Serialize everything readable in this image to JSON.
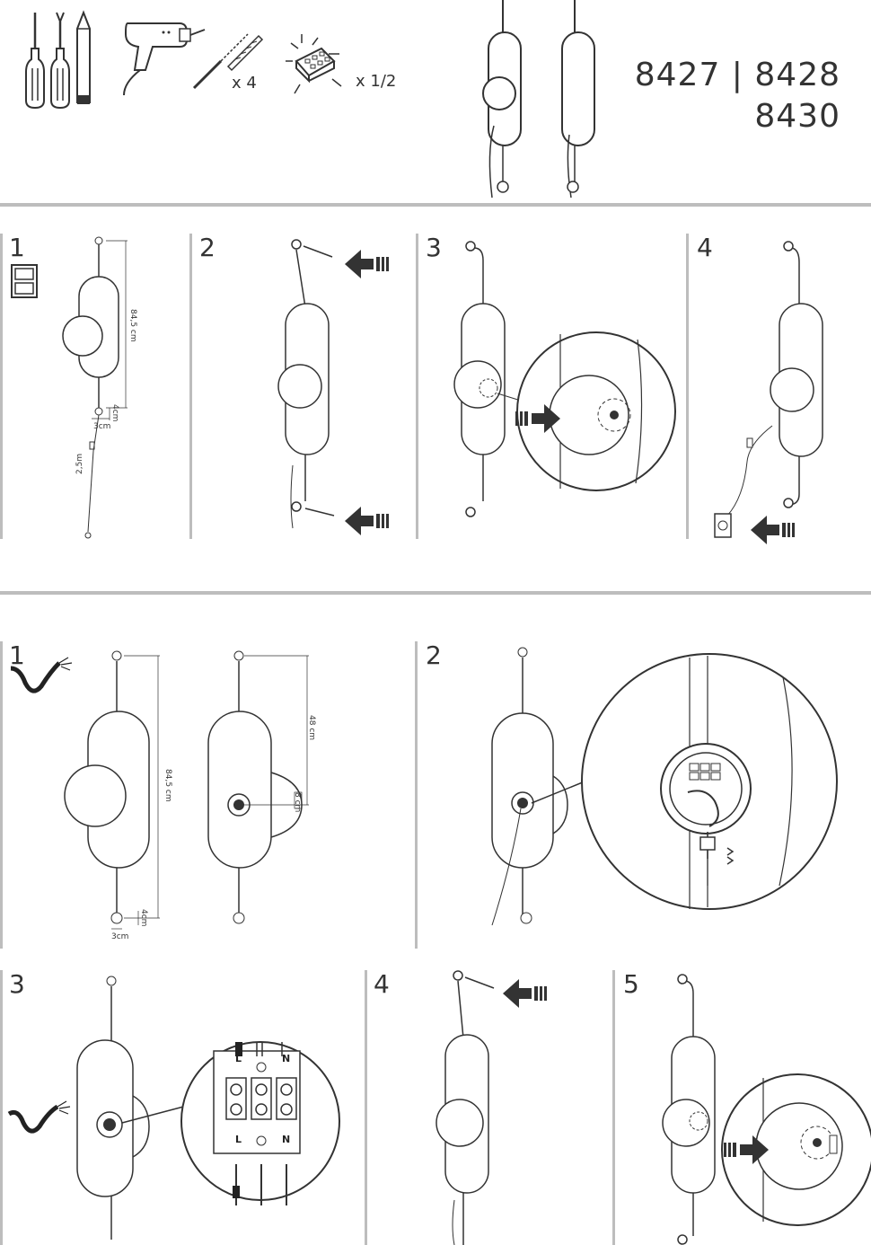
{
  "header": {
    "tools": {
      "screwdriver_1": "screwdriver-icon",
      "screwdriver_2": "screwdriver-icon",
      "pencil": "pencil-icon",
      "drill": "drill-icon",
      "wall_plug": "wall-plug-icon",
      "connector": "connector-block-icon"
    },
    "qty_plugs": "x 4",
    "qty_connector": "x 1/2",
    "model_line1": "8427 | 8428",
    "model_line2": "8430"
  },
  "section_plug": {
    "steps": [
      "1",
      "2",
      "3",
      "4"
    ],
    "dims": {
      "height": "84,5 cm",
      "bracket": "4cm",
      "bracket_w": "3cm",
      "cable": "2,5m"
    }
  },
  "section_hardwire": {
    "steps": [
      "1",
      "2",
      "3",
      "4",
      "5"
    ],
    "dims": {
      "height": "84,5 cm",
      "bracket": "4cm",
      "bracket_w": "3cm",
      "offset": "48 cm",
      "box": "8 cm"
    },
    "terminal_labels_top": [
      "L",
      "N"
    ],
    "terminal_labels_bottom": [
      "L",
      "N"
    ]
  },
  "colors": {
    "line": "#333333",
    "divider": "#bdbdbd",
    "fill": "#ffffff"
  }
}
